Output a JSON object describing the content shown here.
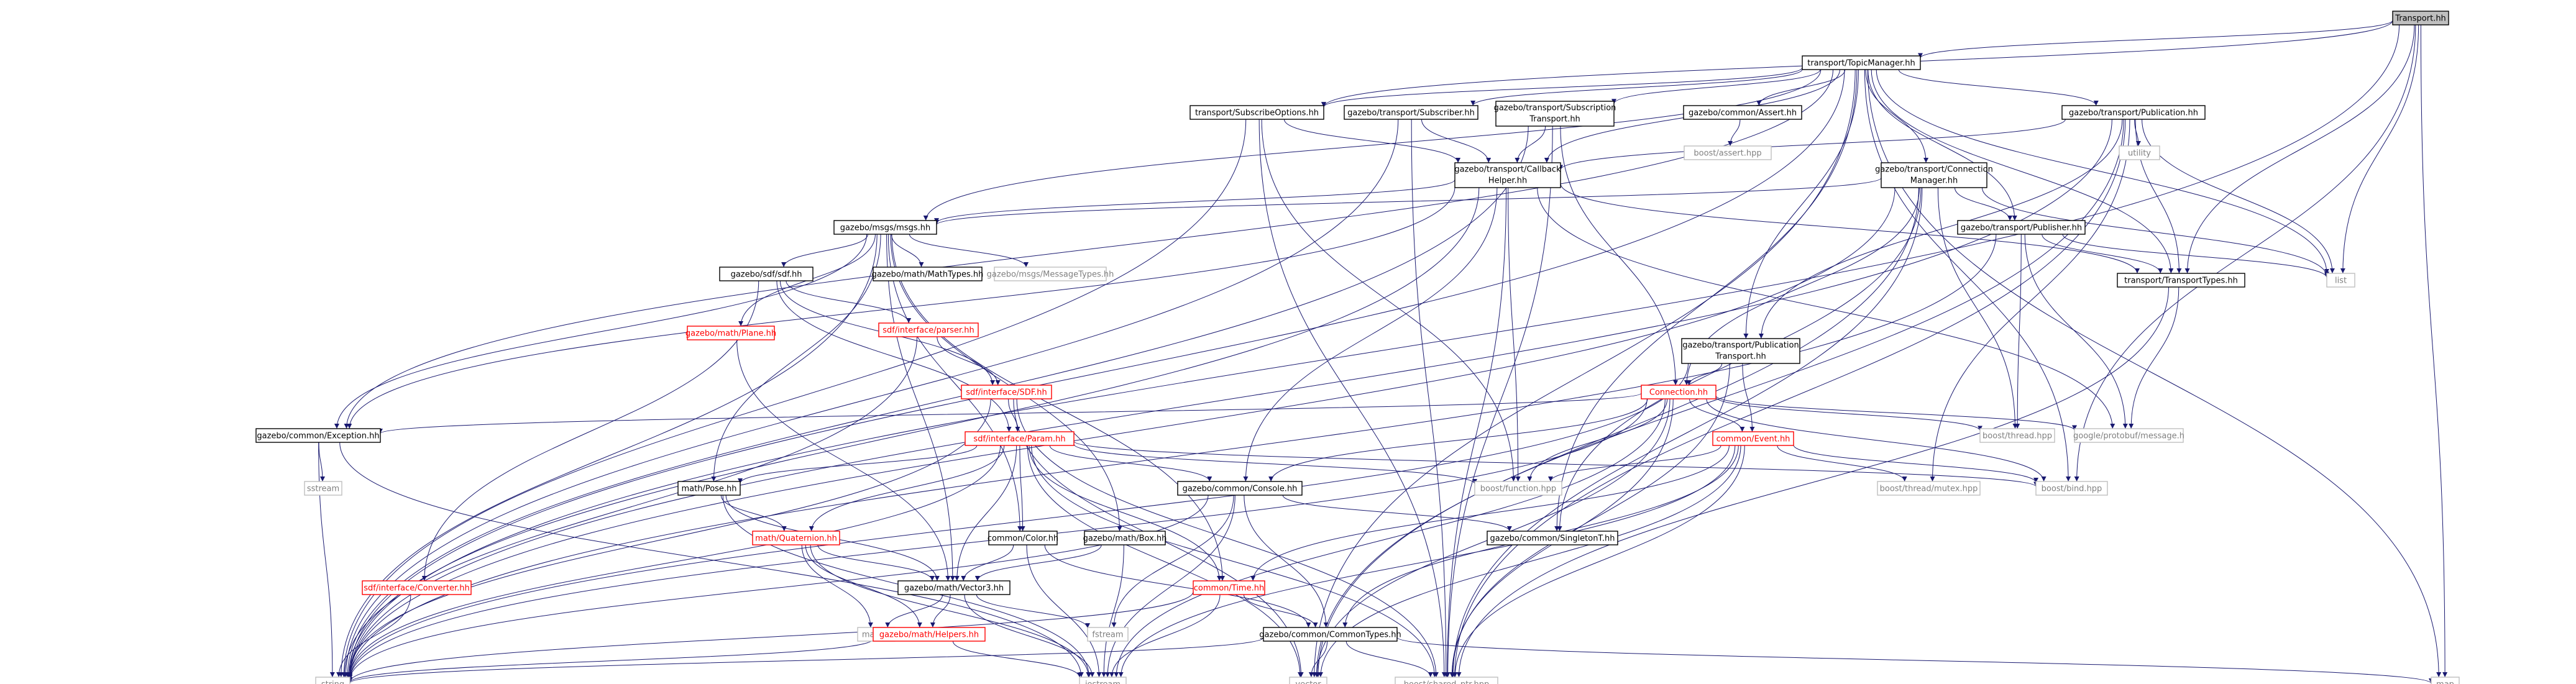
{
  "colors": {
    "edge": "#191970",
    "documented_border": "#000000",
    "undocumented_border": "#bfbfbf",
    "missing_border": "#ff0000",
    "root_fill": "#bfbfbf",
    "node_fill": "#ffffff",
    "missing_text": "#ff0000",
    "text": "#000000",
    "undocumented_text": "#808080"
  },
  "nodes": {
    "transport_hh": {
      "label": [
        "Transport.hh"
      ],
      "style": "root"
    },
    "topicmanager": {
      "label": [
        "transport/TopicManager.hh"
      ],
      "style": "doc"
    },
    "subscribeoptions": {
      "label": [
        "transport/SubscribeOptions.hh"
      ],
      "style": "doc"
    },
    "subscriber": {
      "label": [
        "gazebo/transport/Subscriber.hh"
      ],
      "style": "doc"
    },
    "subscriptiontransport": {
      "label": [
        "gazebo/transport/Subscription",
        "Transport.hh"
      ],
      "style": "doc"
    },
    "assert_hh": {
      "label": [
        "gazebo/common/Assert.hh"
      ],
      "style": "doc"
    },
    "publication": {
      "label": [
        "gazebo/transport/Publication.hh"
      ],
      "style": "doc"
    },
    "boost_assert": {
      "label": [
        "boost/assert.hpp"
      ],
      "style": "undoc"
    },
    "utility": {
      "label": [
        "utility"
      ],
      "style": "undoc"
    },
    "callbackhelper": {
      "label": [
        "gazebo/transport/Callback",
        "Helper.hh"
      ],
      "style": "doc"
    },
    "connectionmanager": {
      "label": [
        "gazebo/transport/Connection",
        "Manager.hh"
      ],
      "style": "doc"
    },
    "msgs": {
      "label": [
        "gazebo/msgs/msgs.hh"
      ],
      "style": "doc"
    },
    "publisher": {
      "label": [
        "gazebo/transport/Publisher.hh"
      ],
      "style": "doc"
    },
    "list": {
      "label": [
        "list"
      ],
      "style": "undoc"
    },
    "sdf_hh": {
      "label": [
        "gazebo/sdf/sdf.hh"
      ],
      "style": "doc"
    },
    "mathtypes": {
      "label": [
        "gazebo/math/MathTypes.hh"
      ],
      "style": "doc"
    },
    "messagetypes": {
      "label": [
        "gazebo/msgs/MessageTypes.hh"
      ],
      "style": "undoc"
    },
    "transporttypes": {
      "label": [
        "transport/TransportTypes.hh"
      ],
      "style": "doc"
    },
    "plane": {
      "label": [
        "gazebo/math/Plane.hh"
      ],
      "style": "missing"
    },
    "parser": {
      "label": [
        "sdf/interface/parser.hh"
      ],
      "style": "missing"
    },
    "pubtransport": {
      "label": [
        "gazebo/transport/Publication",
        "Transport.hh"
      ],
      "style": "doc"
    },
    "sdfsdf": {
      "label": [
        "sdf/interface/SDF.hh"
      ],
      "style": "missing"
    },
    "connection": {
      "label": [
        "Connection.hh"
      ],
      "style": "missing"
    },
    "exception": {
      "label": [
        "gazebo/common/Exception.hh"
      ],
      "style": "doc"
    },
    "boost_thread": {
      "label": [
        "boost/thread.hpp"
      ],
      "style": "undoc"
    },
    "protobuf": {
      "label": [
        "google/protobuf/message.h"
      ],
      "style": "undoc"
    },
    "param": {
      "label": [
        "sdf/interface/Param.hh"
      ],
      "style": "missing"
    },
    "event": {
      "label": [
        "common/Event.hh"
      ],
      "style": "missing"
    },
    "sstream": {
      "label": [
        "sstream"
      ],
      "style": "undoc"
    },
    "pose": {
      "label": [
        "math/Pose.hh"
      ],
      "style": "doc"
    },
    "console": {
      "label": [
        "gazebo/common/Console.hh"
      ],
      "style": "doc"
    },
    "boost_function": {
      "label": [
        "boost/function.hpp"
      ],
      "style": "undoc"
    },
    "boost_mutex": {
      "label": [
        "boost/thread/mutex.hpp"
      ],
      "style": "undoc"
    },
    "boost_bind": {
      "label": [
        "boost/bind.hpp"
      ],
      "style": "undoc"
    },
    "quaternion": {
      "label": [
        "math/Quaternion.hh"
      ],
      "style": "missing"
    },
    "color": {
      "label": [
        "common/Color.hh"
      ],
      "style": "doc"
    },
    "box": {
      "label": [
        "gazebo/math/Box.hh"
      ],
      "style": "doc"
    },
    "singletont": {
      "label": [
        "gazebo/common/SingletonT.hh"
      ],
      "style": "doc"
    },
    "converter": {
      "label": [
        "sdf/interface/Converter.hh"
      ],
      "style": "missing"
    },
    "vector3": {
      "label": [
        "gazebo/math/Vector3.hh"
      ],
      "style": "doc"
    },
    "time": {
      "label": [
        "common/Time.hh"
      ],
      "style": "missing"
    },
    "math_h": {
      "label": [
        "math.h"
      ],
      "style": "undoc"
    },
    "helpers": {
      "label": [
        "gazebo/math/Helpers.hh"
      ],
      "style": "missing"
    },
    "fstream": {
      "label": [
        "fstream"
      ],
      "style": "undoc"
    },
    "commontypes": {
      "label": [
        "gazebo/common/CommonTypes.hh"
      ],
      "style": "doc"
    },
    "string": {
      "label": [
        "string"
      ],
      "style": "undoc"
    },
    "iostream": {
      "label": [
        "iostream"
      ],
      "style": "undoc"
    },
    "shared_ptr": {
      "label": [
        "boost/shared_ptr.hpp"
      ],
      "style": "undoc"
    },
    "vector": {
      "label": [
        "vector"
      ],
      "style": "undoc"
    },
    "map": {
      "label": [
        "map"
      ],
      "style": "undoc"
    }
  },
  "edges": [
    [
      "transport_hh",
      "topicmanager"
    ],
    [
      "transport_hh",
      "subscribeoptions"
    ],
    [
      "transport_hh",
      "transporttypes"
    ],
    [
      "transport_hh",
      "list"
    ],
    [
      "transport_hh",
      "boost_bind"
    ],
    [
      "transport_hh",
      "map"
    ],
    [
      "transport_hh",
      "string"
    ],
    [
      "topicmanager",
      "subscribeoptions"
    ],
    [
      "topicmanager",
      "subscriber"
    ],
    [
      "topicmanager",
      "subscriptiontransport"
    ],
    [
      "topicmanager",
      "assert_hh"
    ],
    [
      "topicmanager",
      "publication"
    ],
    [
      "topicmanager",
      "msgs"
    ],
    [
      "topicmanager",
      "connectionmanager"
    ],
    [
      "topicmanager",
      "publisher"
    ],
    [
      "topicmanager",
      "pubtransport"
    ],
    [
      "topicmanager",
      "transporttypes"
    ],
    [
      "topicmanager",
      "singletont"
    ],
    [
      "topicmanager",
      "exception"
    ],
    [
      "topicmanager",
      "list"
    ],
    [
      "topicmanager",
      "map"
    ],
    [
      "topicmanager",
      "vector"
    ],
    [
      "topicmanager",
      "string"
    ],
    [
      "topicmanager",
      "boost_bind"
    ],
    [
      "topicmanager",
      "callbackhelper"
    ],
    [
      "subscribeoptions",
      "callbackhelper"
    ],
    [
      "subscribeoptions",
      "boost_function"
    ],
    [
      "subscribeoptions",
      "shared_ptr"
    ],
    [
      "subscribeoptions",
      "string"
    ],
    [
      "subscriber",
      "callbackhelper"
    ],
    [
      "subscriber",
      "string"
    ],
    [
      "subscriber",
      "shared_ptr"
    ],
    [
      "subscriptiontransport",
      "callbackhelper"
    ],
    [
      "subscriptiontransport",
      "connection"
    ],
    [
      "subscriptiontransport",
      "shared_ptr"
    ],
    [
      "subscriptiontransport",
      "string"
    ],
    [
      "assert_hh",
      "boost_assert"
    ],
    [
      "publication",
      "utility"
    ],
    [
      "publication",
      "callbackhelper"
    ],
    [
      "publication",
      "pubtransport"
    ],
    [
      "publication",
      "transporttypes"
    ],
    [
      "publication",
      "list"
    ],
    [
      "publication",
      "vector"
    ],
    [
      "publication",
      "shared_ptr"
    ],
    [
      "publication",
      "string"
    ],
    [
      "publication",
      "boost_mutex"
    ],
    [
      "callbackhelper",
      "msgs"
    ],
    [
      "callbackhelper",
      "console"
    ],
    [
      "callbackhelper",
      "exception"
    ],
    [
      "callbackhelper",
      "transporttypes"
    ],
    [
      "callbackhelper",
      "protobuf"
    ],
    [
      "callbackhelper",
      "boost_function"
    ],
    [
      "callbackhelper",
      "shared_ptr"
    ],
    [
      "callbackhelper",
      "string"
    ],
    [
      "connectionmanager",
      "msgs"
    ],
    [
      "connectionmanager",
      "publisher"
    ],
    [
      "connectionmanager",
      "connection"
    ],
    [
      "connectionmanager",
      "singletont"
    ],
    [
      "connectionmanager",
      "boost_thread"
    ],
    [
      "connectionmanager",
      "list"
    ],
    [
      "connectionmanager",
      "vector"
    ],
    [
      "connectionmanager",
      "string"
    ],
    [
      "connectionmanager",
      "shared_ptr"
    ],
    [
      "msgs",
      "sdf_hh"
    ],
    [
      "msgs",
      "mathtypes"
    ],
    [
      "msgs",
      "messagetypes"
    ],
    [
      "msgs",
      "plane"
    ],
    [
      "msgs",
      "box"
    ],
    [
      "msgs",
      "pose"
    ],
    [
      "msgs",
      "vector3"
    ],
    [
      "msgs",
      "color"
    ],
    [
      "msgs",
      "time"
    ],
    [
      "msgs",
      "exception"
    ],
    [
      "msgs",
      "string"
    ],
    [
      "publisher",
      "transporttypes"
    ],
    [
      "publisher",
      "protobuf"
    ],
    [
      "publisher",
      "boost_thread"
    ],
    [
      "publisher",
      "list"
    ],
    [
      "publisher",
      "string"
    ],
    [
      "sdf_hh",
      "parser"
    ],
    [
      "sdf_hh",
      "sdfsdf"
    ],
    [
      "sdf_hh",
      "param"
    ],
    [
      "sdf_hh",
      "converter"
    ],
    [
      "transporttypes",
      "protobuf"
    ],
    [
      "transporttypes",
      "shared_ptr"
    ],
    [
      "plane",
      "vector3"
    ],
    [
      "parser",
      "sdfsdf"
    ],
    [
      "parser",
      "string"
    ],
    [
      "pubtransport",
      "connection"
    ],
    [
      "pubtransport",
      "event"
    ],
    [
      "pubtransport",
      "shared_ptr"
    ],
    [
      "pubtransport",
      "string"
    ],
    [
      "sdfsdf",
      "param"
    ],
    [
      "sdfsdf",
      "shared_ptr"
    ],
    [
      "sdfsdf",
      "string"
    ],
    [
      "sdfsdf",
      "vector"
    ],
    [
      "connection",
      "event"
    ],
    [
      "connection",
      "console"
    ],
    [
      "connection",
      "exception"
    ],
    [
      "connection",
      "boost_thread"
    ],
    [
      "connection",
      "protobuf"
    ],
    [
      "connection",
      "boost_function"
    ],
    [
      "connection",
      "boost_bind"
    ],
    [
      "connection",
      "shared_ptr"
    ],
    [
      "connection",
      "string"
    ],
    [
      "connection",
      "vector"
    ],
    [
      "connection",
      "iostream"
    ],
    [
      "exception",
      "sstream"
    ],
    [
      "exception",
      "string"
    ],
    [
      "exception",
      "iostream"
    ],
    [
      "param",
      "pose"
    ],
    [
      "param",
      "quaternion"
    ],
    [
      "param",
      "vector3"
    ],
    [
      "param",
      "color"
    ],
    [
      "param",
      "time"
    ],
    [
      "param",
      "console"
    ],
    [
      "param",
      "boost_function"
    ],
    [
      "param",
      "boost_bind"
    ],
    [
      "param",
      "shared_ptr"
    ],
    [
      "param",
      "string"
    ],
    [
      "param",
      "vector"
    ],
    [
      "event",
      "boost_function"
    ],
    [
      "event",
      "boost_mutex"
    ],
    [
      "event",
      "boost_bind"
    ],
    [
      "event",
      "time"
    ],
    [
      "event",
      "commontypes"
    ],
    [
      "event",
      "shared_ptr"
    ],
    [
      "event",
      "vector"
    ],
    [
      "event",
      "iostream"
    ],
    [
      "pose",
      "quaternion"
    ],
    [
      "pose",
      "vector3"
    ],
    [
      "pose",
      "iostream"
    ],
    [
      "console",
      "singletont"
    ],
    [
      "console",
      "commontypes"
    ],
    [
      "console",
      "fstream"
    ],
    [
      "console",
      "string"
    ],
    [
      "console",
      "iostream"
    ],
    [
      "quaternion",
      "vector3"
    ],
    [
      "quaternion",
      "helpers"
    ],
    [
      "quaternion",
      "math_h"
    ],
    [
      "quaternion",
      "iostream"
    ],
    [
      "color",
      "vector3"
    ],
    [
      "color",
      "commontypes"
    ],
    [
      "color",
      "iostream"
    ],
    [
      "box",
      "vector3"
    ],
    [
      "box",
      "iostream"
    ],
    [
      "converter",
      "string"
    ],
    [
      "vector3",
      "helpers"
    ],
    [
      "vector3",
      "math_h"
    ],
    [
      "vector3",
      "fstream"
    ],
    [
      "vector3",
      "iostream"
    ],
    [
      "time",
      "commontypes"
    ],
    [
      "time",
      "string"
    ],
    [
      "time",
      "iostream"
    ],
    [
      "helpers",
      "string"
    ],
    [
      "helpers",
      "iostream"
    ],
    [
      "commontypes",
      "string"
    ],
    [
      "commontypes",
      "vector"
    ],
    [
      "commontypes",
      "map"
    ],
    [
      "commontypes",
      "shared_ptr"
    ]
  ]
}
